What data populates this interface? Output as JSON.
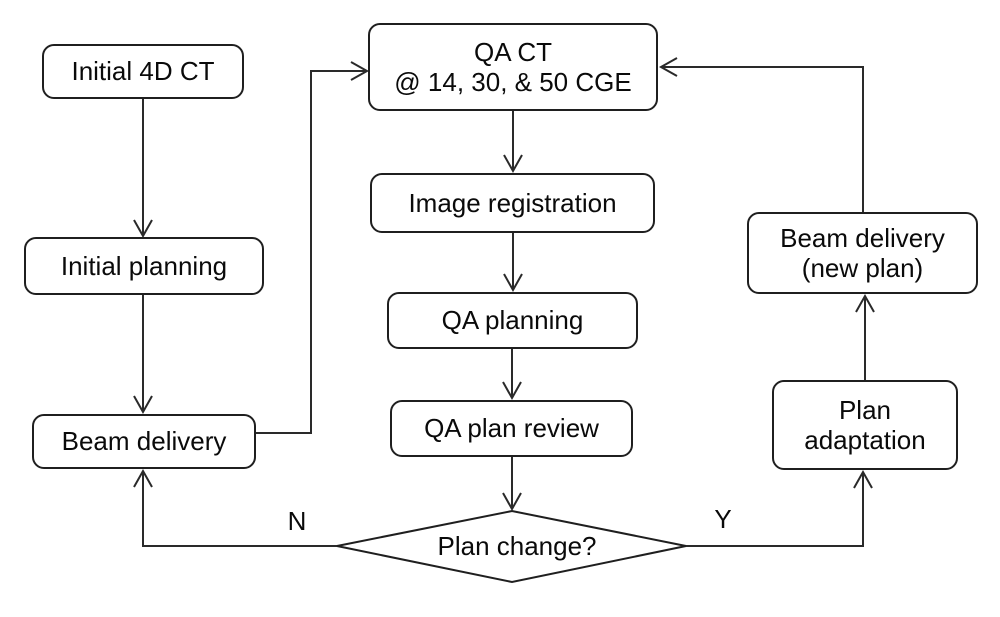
{
  "colors": {
    "line": "#2a2a2a",
    "border": "#1f1f1f",
    "text": "#0a0a0a",
    "background": "#ffffff"
  },
  "nodes": {
    "initial_4d_ct": {
      "label": "Initial 4D CT"
    },
    "initial_planning": {
      "label": "Initial planning"
    },
    "beam_delivery": {
      "label": "Beam delivery"
    },
    "qa_ct": {
      "line1": "QA CT",
      "line2": "@ 14, 30, & 50 CGE"
    },
    "image_registration": {
      "label": "Image registration"
    },
    "qa_planning": {
      "label": "QA planning"
    },
    "qa_plan_review": {
      "label": "QA plan review"
    },
    "plan_change": {
      "label": "Plan change?"
    },
    "beam_delivery_new_plan": {
      "line1": "Beam delivery",
      "line2": "(new plan)"
    },
    "plan_adaptation": {
      "line1": "Plan",
      "line2": "adaptation"
    }
  },
  "edge_labels": {
    "no": "N",
    "yes": "Y"
  }
}
